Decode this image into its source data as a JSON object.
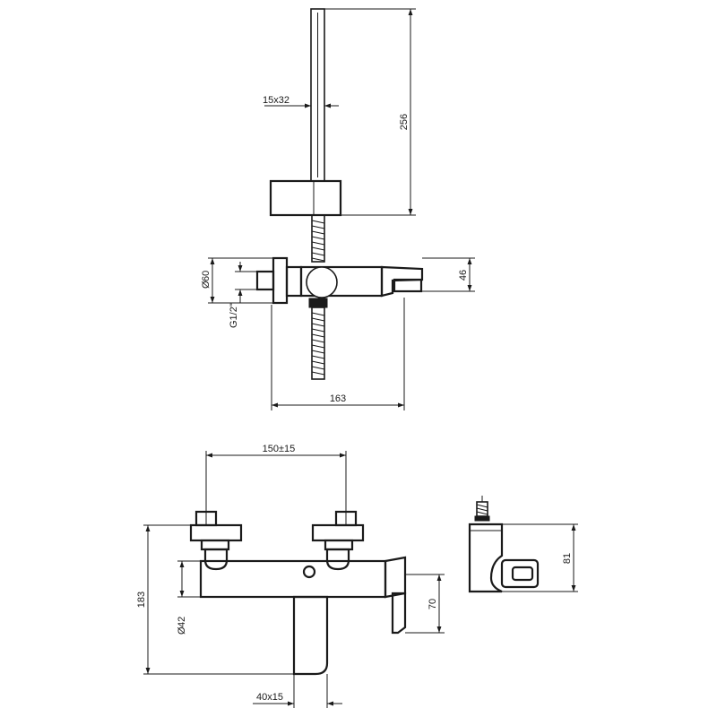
{
  "dimensions": {
    "hose_section": "15x32",
    "shower_height": "256",
    "flange_diameter": "60",
    "inlet_thread": "G1/2\"",
    "spout_height": "46",
    "total_width": "163",
    "inlet_spacing": "150±15",
    "body_height": "183",
    "body_diameter": "42",
    "handle_height": "70",
    "handle_section": "40x15",
    "side_height": "81"
  },
  "symbols": {
    "diameter": "Ø"
  }
}
